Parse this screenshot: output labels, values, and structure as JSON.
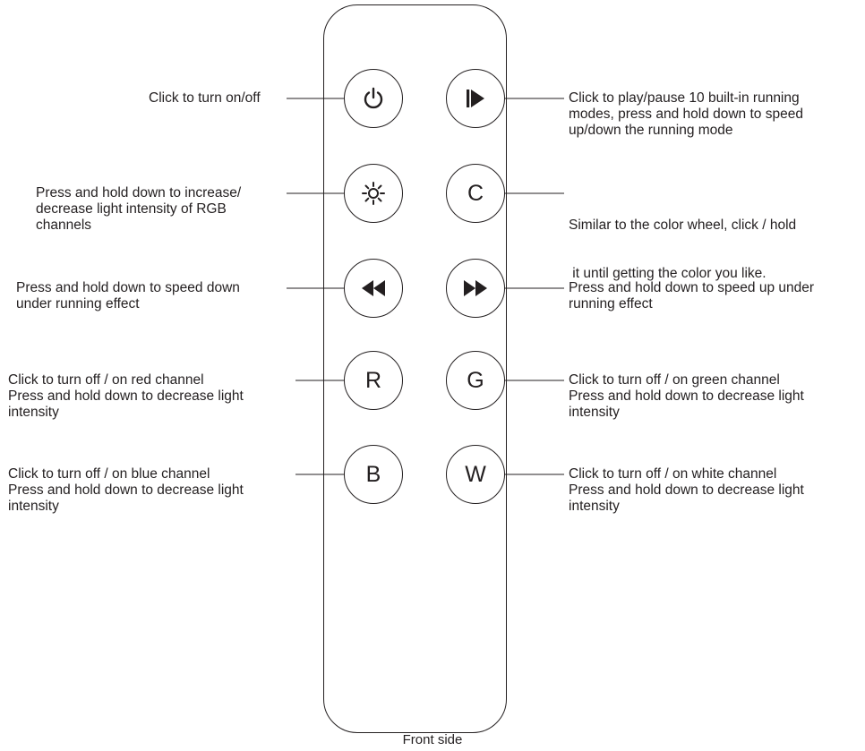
{
  "remote": {
    "buttons": [
      {
        "id": "power",
        "icon": "power-icon"
      },
      {
        "id": "play-pause",
        "icon": "play-pause-icon"
      },
      {
        "id": "brightness",
        "icon": "brightness-icon"
      },
      {
        "id": "color",
        "letter": "C"
      },
      {
        "id": "speed-down",
        "icon": "rewind-icon"
      },
      {
        "id": "speed-up",
        "icon": "fast-forward-icon"
      },
      {
        "id": "red",
        "letter": "R"
      },
      {
        "id": "green",
        "letter": "G"
      },
      {
        "id": "blue",
        "letter": "B"
      },
      {
        "id": "white",
        "letter": "W"
      }
    ]
  },
  "labels": {
    "power": [
      "Click to turn on/off"
    ],
    "play_pause": [
      "Click to play/pause 10 built-in running",
      "modes, press and hold down to speed",
      "up/down the running mode"
    ],
    "brightness": [
      "Press and hold down to increase/",
      "decrease light intensity of RGB",
      "channels"
    ],
    "color": [
      "Similar to the color wheel, click / hold",
      " it until getting the color you like."
    ],
    "speed_down": [
      "Press and hold down to speed down",
      "under running effect"
    ],
    "speed_up": [
      "Press and hold down to speed up under",
      "running effect"
    ],
    "red": [
      "Click to turn off / on red channel",
      "Press and hold down to decrease light",
      "intensity"
    ],
    "green": [
      "Click to turn off / on green channel",
      "Press and hold down to decrease light",
      "intensity"
    ],
    "blue": [
      "Click to turn off / on blue channel",
      "Press and hold down to decrease light",
      "intensity"
    ],
    "white": [
      "Click to turn off / on white channel",
      "Press and hold down to decrease light",
      "intensity"
    ]
  },
  "caption": "Front side",
  "colors": {
    "ink": "#231f20",
    "background": "#ffffff"
  }
}
